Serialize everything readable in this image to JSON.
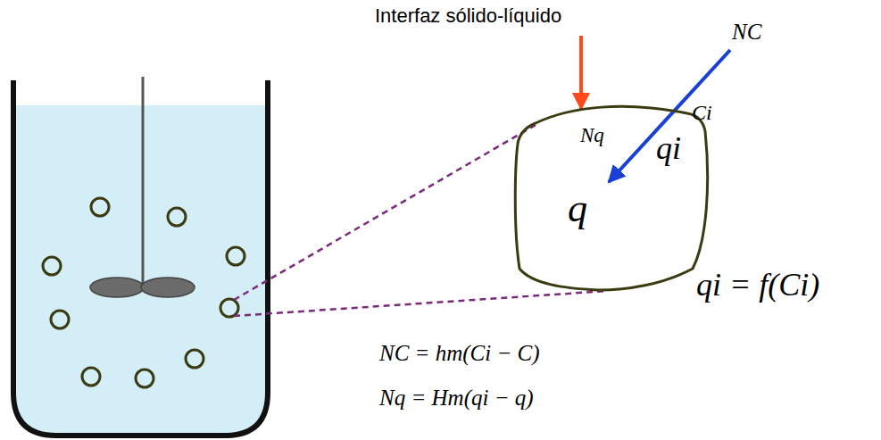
{
  "diagram": {
    "nodes": [
      {
        "text": [
          "Ci",
          "Nq",
          "qi",
          "q"
        ]
      }
    ],
    "labels": [
      "Interfaz sólido-líquido",
      "NC",
      "qi = f(Ci)",
      "NC = hm(Ci − C)",
      "Nq = Hm(qi − q)"
    ]
  }
}
